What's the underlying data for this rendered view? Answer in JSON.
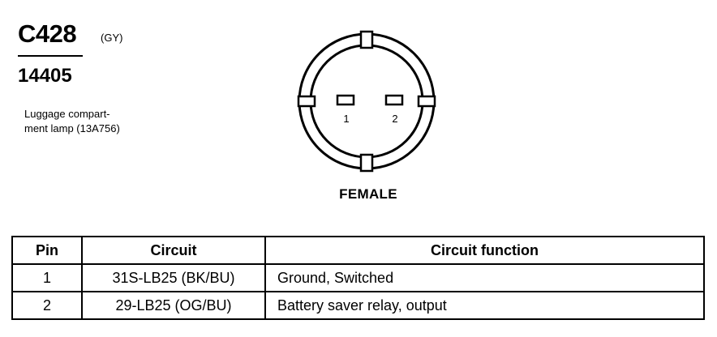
{
  "header": {
    "connector_id": "C428",
    "color_code": "(GY)",
    "part_number": "14405",
    "description": "Luggage compart-\nment lamp (13A756)"
  },
  "connector": {
    "view_label": "FEMALE",
    "pins": [
      {
        "label": "1"
      },
      {
        "label": "2"
      }
    ]
  },
  "table": {
    "headers": {
      "pin": "Pin",
      "circuit": "Circuit",
      "function": "Circuit function"
    },
    "rows": [
      {
        "pin": "1",
        "circuit": "31S-LB25 (BK/BU)",
        "function": "Ground, Switched"
      },
      {
        "pin": "2",
        "circuit": "29-LB25 (OG/BU)",
        "function": "Battery saver relay, output"
      }
    ]
  }
}
